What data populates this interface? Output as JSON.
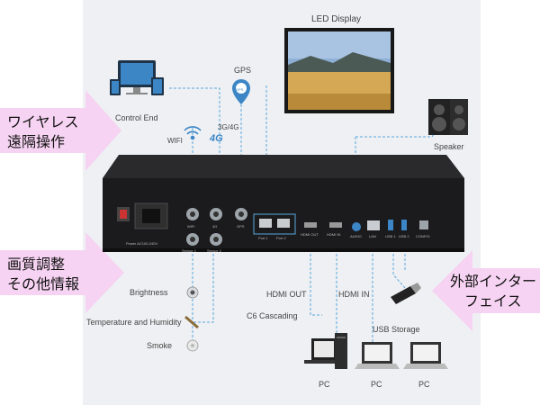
{
  "callouts": {
    "wireless": [
      "ワイヤレス",
      "遠隔操作"
    ],
    "image": [
      "画質調整",
      "その他情報"
    ],
    "external": [
      "外部インター",
      "フェイス"
    ]
  },
  "labels": {
    "led_display": "LED Display",
    "control_end": "Control End",
    "gps": "GPS",
    "gps_badge": "GPS",
    "threeg4g": "3G/4G",
    "wifi": "WIFI",
    "fourg": "4G",
    "speaker": "Speaker",
    "brightness": "Brightness",
    "temp_humidity": "Temperature and Humidity",
    "smoke": "Smoke",
    "hdmi_out": "HDMI OUT",
    "hdmi_in": "HDMI IN",
    "c6_cascading": "C6 Cascading",
    "usb_storage": "USB Storage",
    "pc1": "PC",
    "pc2": "PC",
    "pc3": "PC"
  },
  "device_ports": {
    "power": "Power AC100-240V",
    "wifi": "WIFI",
    "fourg": "4G",
    "gps": "GPS",
    "sensor1": "Sensor 1",
    "sensor2": "Sensor 2",
    "port1": "Port 1",
    "port2": "Port 2",
    "hdmi_out": "HDMI OUT",
    "hdmi_in": "HDMI IN",
    "audio": "AUDIO",
    "lan": "LAN",
    "usb1": "USB 1",
    "usb2": "USB 2",
    "config": "CONFIG"
  },
  "colors": {
    "panel": "#eef0f3",
    "callout_arrow": "#f6d3f2",
    "connector": "#5aa7dd",
    "device": "#1b1b1d"
  }
}
